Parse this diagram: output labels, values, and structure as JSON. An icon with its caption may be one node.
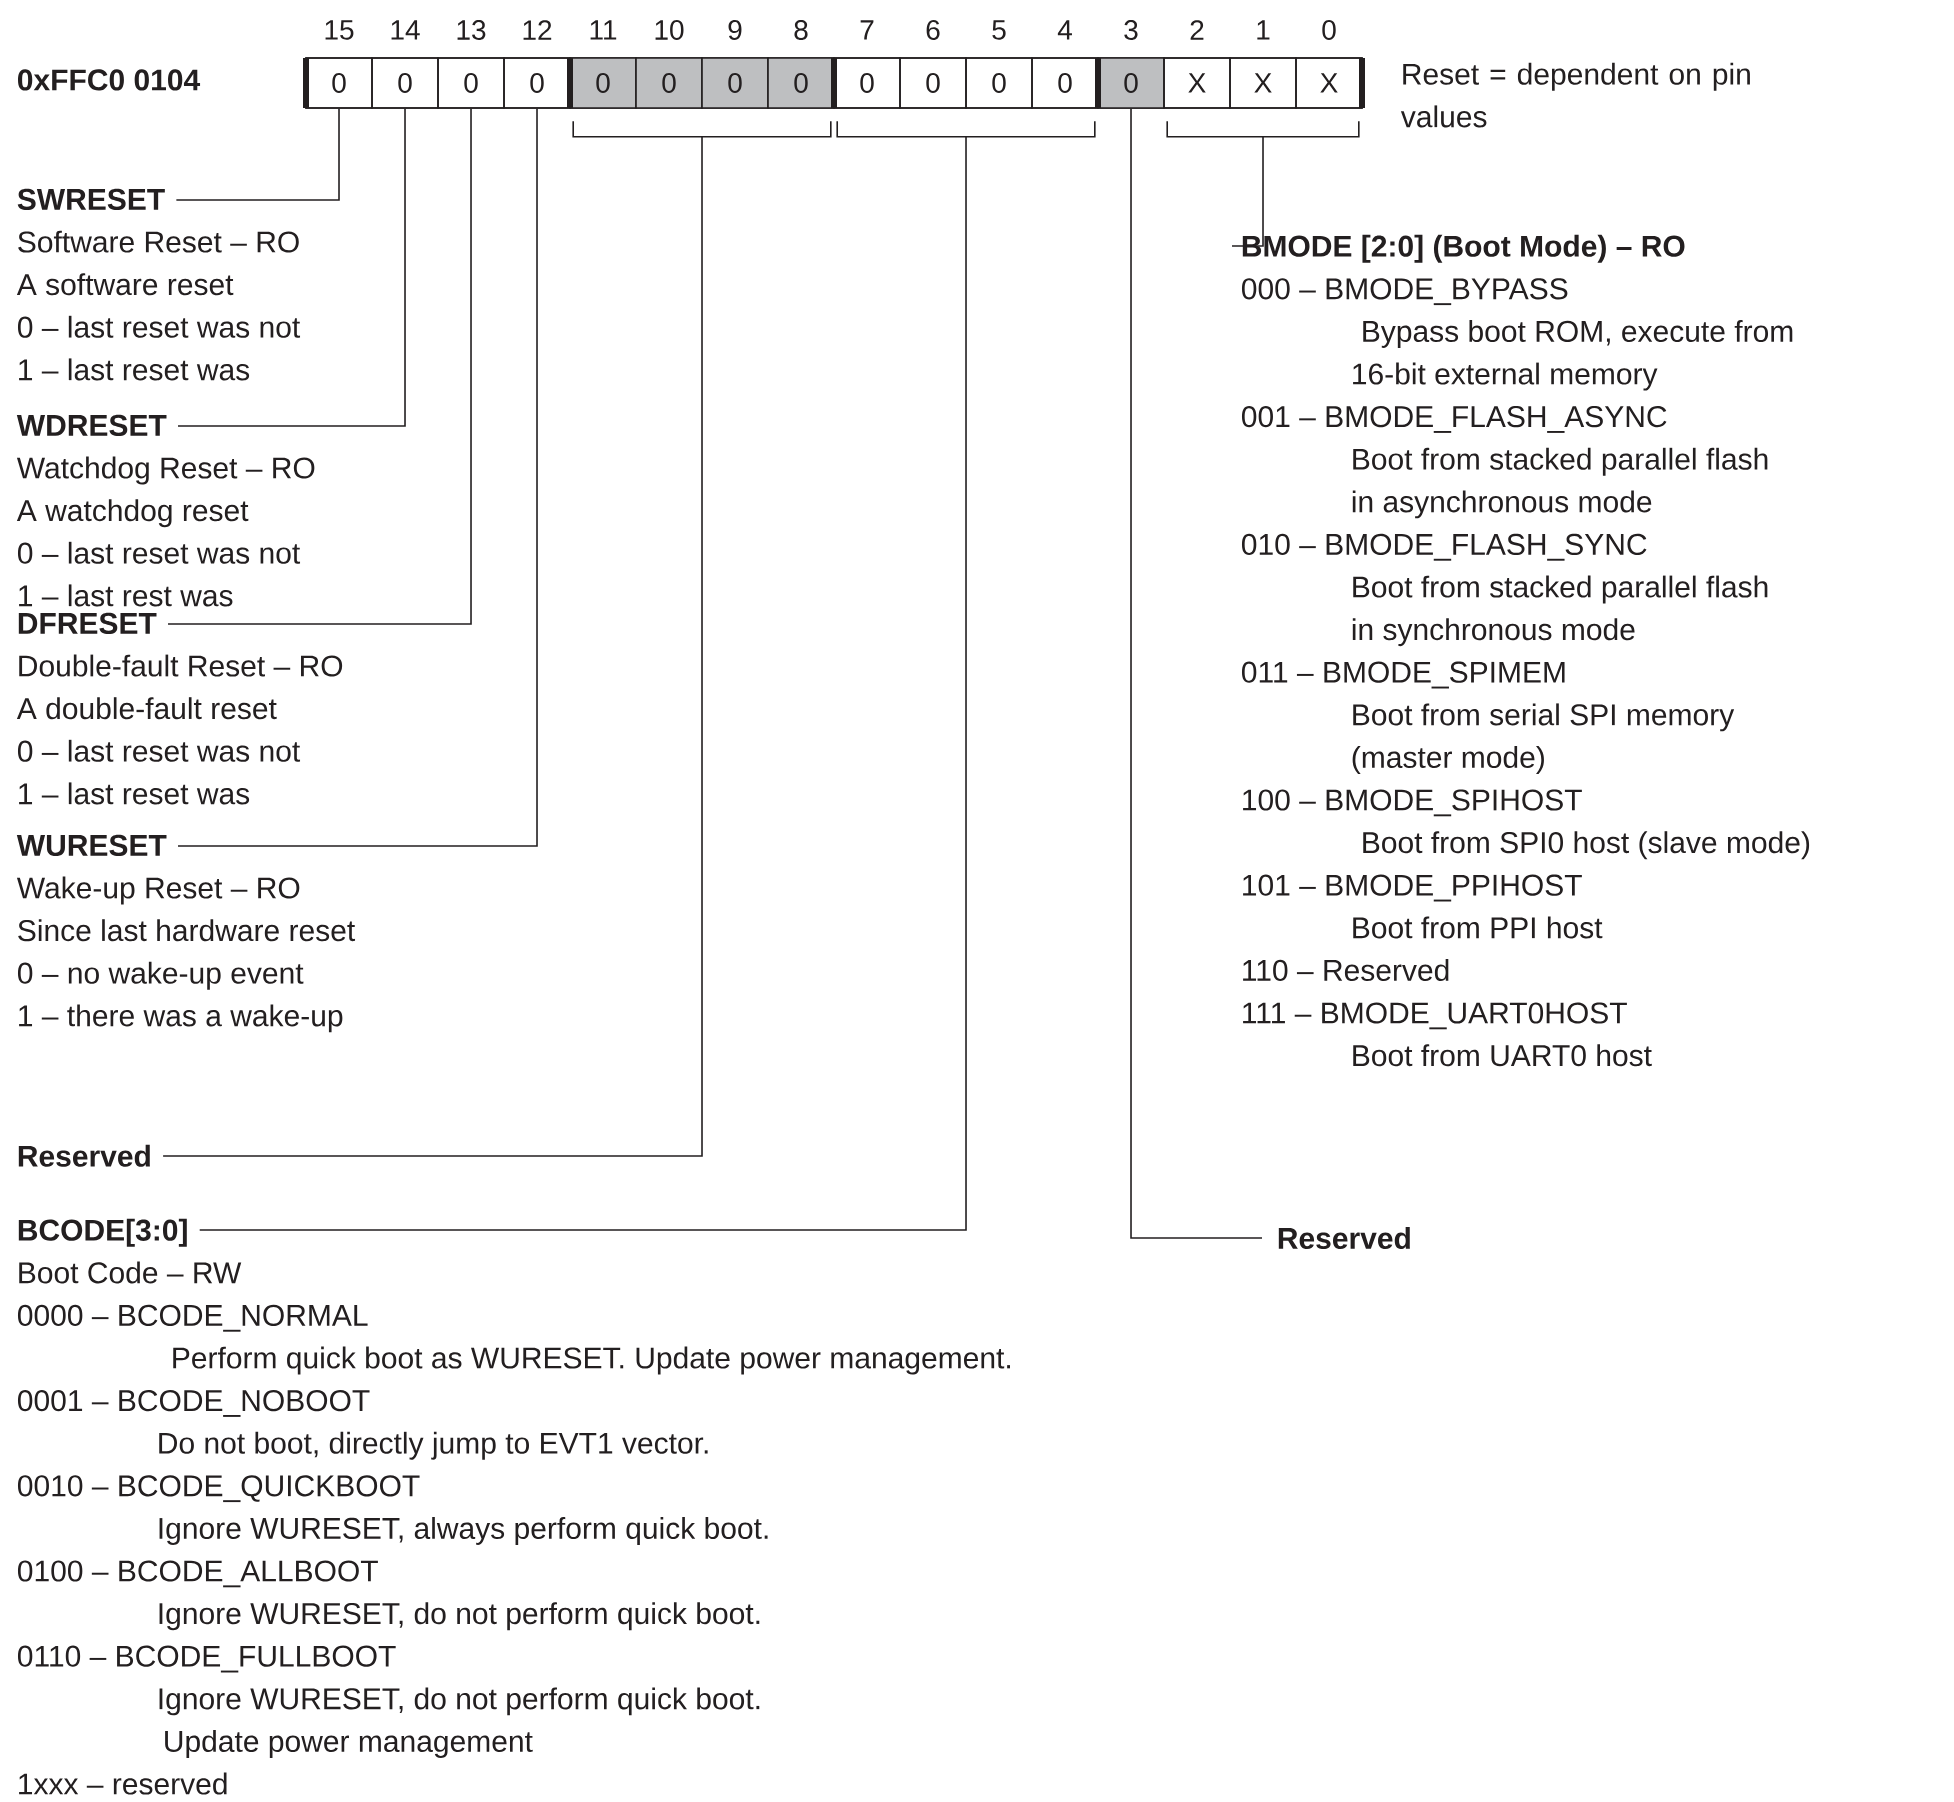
{
  "diagram": {
    "nodes": [
      {
        "text": [],
        "shape": "box"
      },
      {
        "text": [
          "0"
        ],
        "in": 0
      },
      {
        "text": [
          "0"
        ],
        "in": 0
      },
      {
        "text": [
          "0"
        ],
        "in": 0
      },
      {
        "text": [
          "0"
        ],
        "in": 0
      },
      {
        "text": [
          "0"
        ],
        "in": 0
      },
      {
        "text": [
          "0"
        ],
        "in": 0
      },
      {
        "text": [
          "0"
        ],
        "in": 0
      },
      {
        "text": [
          "0"
        ],
        "in": 0
      },
      {
        "text": [
          "0"
        ],
        "in": 0
      },
      {
        "text": [
          "0"
        ],
        "in": 0
      },
      {
        "text": [
          "0"
        ],
        "in": 0
      },
      {
        "text": [
          "0"
        ],
        "in": 0
      },
      {
        "text": [
          "0"
        ],
        "in": 0
      },
      {
        "text": [
          "X"
        ],
        "in": 0
      },
      {
        "text": [
          "X"
        ],
        "in": 0
      },
      {
        "text": [
          "X"
        ],
        "in": 0
      },
      {
        "text": [
          "SWRESET",
          "Software Reset – RO",
          "A software reset",
          "0 – last reset was not",
          "1 – last reset was"
        ]
      },
      {
        "text": [
          "WDRESET",
          "Watchdog Reset – RO",
          "A watchdog reset",
          "0 – last reset was not",
          "1 – last rest was"
        ]
      },
      {
        "text": [
          "DFRESET",
          "Double-fault Reset – RO",
          "A double-fault reset",
          "0 – last reset was not",
          "1 – last reset was"
        ]
      },
      {
        "text": [
          "WURESET",
          "Wake-up Reset – RO",
          "Since last hardware reset",
          "0 – no wake-up event",
          "1 – there was a wake-up"
        ]
      },
      {
        "text": [
          "Reserved"
        ]
      },
      {
        "text": [
          "BCODE[3:0]",
          "Boot Code – RW",
          "0000 – BCODE_NORMAL",
          "Perform quick boot as WURESET. Update power management.",
          "0001 – BCODE_NOBOOT",
          "Do not boot, directly jump to EVT1 vector.",
          "0010 – BCODE_QUICKBOOT",
          "Ignore WURESET, always perform quick boot.",
          "0100 – BCODE_ALLBOOT",
          "Ignore WURESET, do not perform quick boot.",
          "0110 – BCODE_FULLBOOT",
          "Ignore WURESET, do not perform quick boot.",
          "Update power management",
          "1xxx – reserved"
        ]
      },
      {
        "text": [
          "BMODE [2:0] (Boot Mode) – RO",
          "000 – BMODE_BYPASS",
          "Bypass boot ROM, execute from",
          "16-bit external memory",
          "001 – BMODE_FLASH_ASYNC",
          "Boot from stacked parallel flash",
          "in asynchronous mode",
          "010 – BMODE_FLASH_SYNC",
          "Boot from stacked parallel flash",
          "in synchronous mode",
          "011 – BMODE_SPIMEM",
          "Boot from serial SPI memory",
          "(master mode)",
          "100 – BMODE_SPIHOST",
          "Boot from SPI0 host (slave mode)",
          "101 – BMODE_PPIHOST",
          "Boot from PPI host",
          "110 – Reserved",
          "111 – BMODE_UART0HOST",
          "Boot from UART0 host"
        ]
      },
      {
        "text": [
          "Reserved"
        ]
      },
      {
        "text": [],
        "shape": "bracket"
      },
      {
        "text": [],
        "shape": "bracket"
      },
      {
        "text": [],
        "shape": "bracket"
      }
    ],
    "edges": [
      {
        "from": 17,
        "to": 1,
        "arrow": "none"
      },
      {
        "from": 18,
        "to": 2,
        "arrow": "none"
      },
      {
        "from": 19,
        "to": 3,
        "arrow": "none"
      },
      {
        "from": 20,
        "to": 4,
        "arrow": "none"
      },
      {
        "from": 21,
        "to": 25,
        "arrow": "none"
      },
      {
        "from": 22,
        "to": 26,
        "arrow": "none"
      },
      {
        "from": 23,
        "to": 27,
        "arrow": "none"
      },
      {
        "from": 24,
        "to": 13,
        "arrow": "none"
      }
    ],
    "labels": [
      "0xFFC0 0104",
      "15",
      "14",
      "13",
      "12",
      "11",
      "10",
      "9",
      "8",
      "7",
      "6",
      "5",
      "4",
      "3",
      "2",
      "1",
      "0",
      "Reset = dependent on pin values"
    ]
  }
}
